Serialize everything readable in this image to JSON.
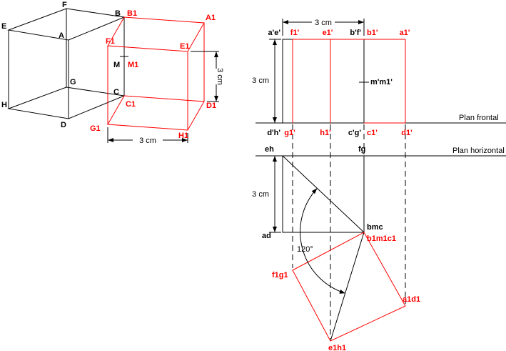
{
  "colors": {
    "line_black": "#000000",
    "line_red": "#ff0000",
    "background": "#ffffff"
  },
  "pictorial": {
    "vertices_black": {
      "A": "A",
      "B": "B",
      "C": "C",
      "D": "D",
      "E": "E",
      "F": "F",
      "G": "G",
      "H": "H",
      "M": "M"
    },
    "vertices_red": {
      "A1": "A1",
      "B1": "B1",
      "C1": "C1",
      "D1": "D1",
      "E1": "E1",
      "F1": "F1",
      "G1": "G1",
      "H1": "H1",
      "M1": "M1"
    },
    "dims": {
      "bottom": "3 cm",
      "right": "3 cm"
    }
  },
  "projection": {
    "dims": {
      "top": "3 cm",
      "left": "3 cm",
      "plan": "3 cm"
    },
    "front_top": {
      "ae": "a'e'",
      "f1": "f1'",
      "e1": "e1'",
      "bf": "b'f'",
      "b1": "b1'",
      "a1": "a1'"
    },
    "front_bottom": {
      "dh": "d'h'",
      "g1": "g1'",
      "h1": "h1'",
      "cg": "c'g'",
      "c1": "c1'",
      "d1": "d1'"
    },
    "mid": "m'm1'",
    "planes": {
      "frontal": "Plan frontal",
      "horizontal": "Plan horizontal"
    },
    "plan": {
      "eh": "eh",
      "fg": "fg",
      "ad": "ad",
      "bmc": "bmc",
      "b1m1c1": "b1m1c1",
      "f1g1": "f1g1",
      "a1d1": "a1d1",
      "e1h1": "e1h1"
    },
    "angle": "120°"
  }
}
